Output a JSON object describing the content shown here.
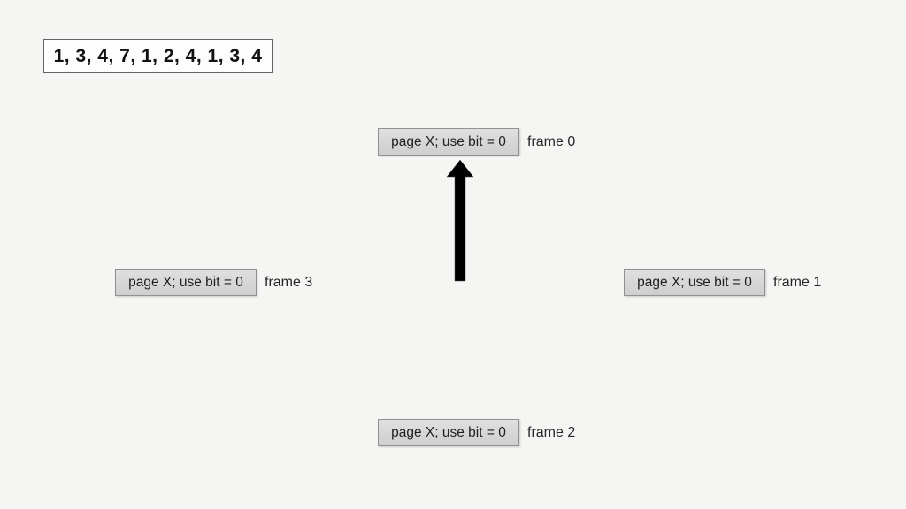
{
  "slide": {
    "background_color": "#f5f5f3",
    "reference_string": "1, 3, 4, 7, 1, 2, 4, 1, 3, 4"
  },
  "frames": [
    {
      "box_label": "page X; use bit = 0",
      "frame_label": "frame 0",
      "position": "top-center"
    },
    {
      "box_label": "page X; use bit = 0",
      "frame_label": "frame 1",
      "position": "middle-right"
    },
    {
      "box_label": "page X; use bit = 0",
      "frame_label": "frame 2",
      "position": "bottom-center"
    },
    {
      "box_label": "page X; use bit = 0",
      "frame_label": "frame 3",
      "position": "middle-left"
    }
  ],
  "pointer": {
    "shape": "block-arrow-up",
    "color": "#000000",
    "points_to": "frame 0"
  },
  "colors": {
    "box_fill": "#d6d6d6",
    "box_border": "#919191",
    "text": "#1f1f1f",
    "reference_box_fill": "#fdfdfd",
    "reference_box_border": "#636363"
  }
}
